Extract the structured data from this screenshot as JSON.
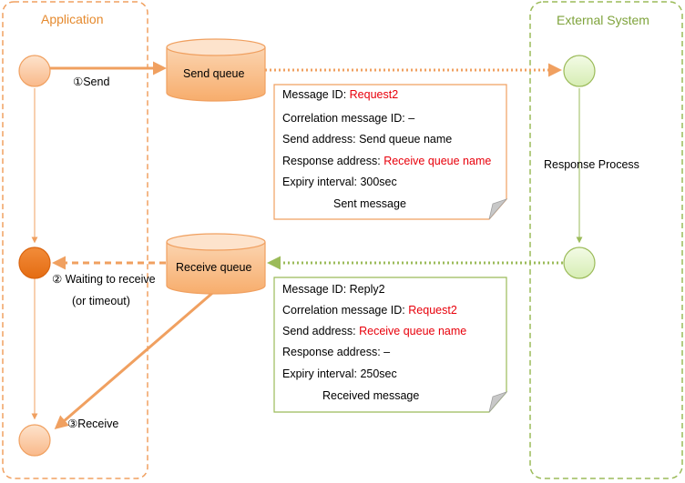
{
  "lanes": {
    "application": "Application",
    "external": "External System"
  },
  "queues": {
    "send": "Send queue",
    "receive": "Receive queue"
  },
  "steps": {
    "send": "①Send",
    "waiting": "② Waiting to receive",
    "timeout": "(or timeout)",
    "receive": "③Receive",
    "response_process": "Response Process"
  },
  "sent_message": {
    "message_id_label": "Message ID: ",
    "message_id_value": "Request2",
    "correlation_label": "Correlation message ID:  –",
    "send_address": "Send address: Send queue name",
    "response_address_label": "Response address: ",
    "response_address_value": "Receive queue name",
    "expiry": "Expiry interval: 300sec",
    "caption": "Sent message"
  },
  "received_message": {
    "message_id": "Message ID: Reply2",
    "correlation_label": "Correlation message ID: ",
    "correlation_value": "Request2",
    "send_address_label": "Send address: ",
    "send_address_value": "Receive queue name",
    "response_address": "Response address:  –",
    "expiry": "Expiry interval: 250sec",
    "caption": "Received message"
  },
  "colors": {
    "orange_lane": "#f0a060",
    "green_lane": "#9bbb59",
    "orange_arrow": "#f0a060",
    "red_text": "#e8000b"
  }
}
